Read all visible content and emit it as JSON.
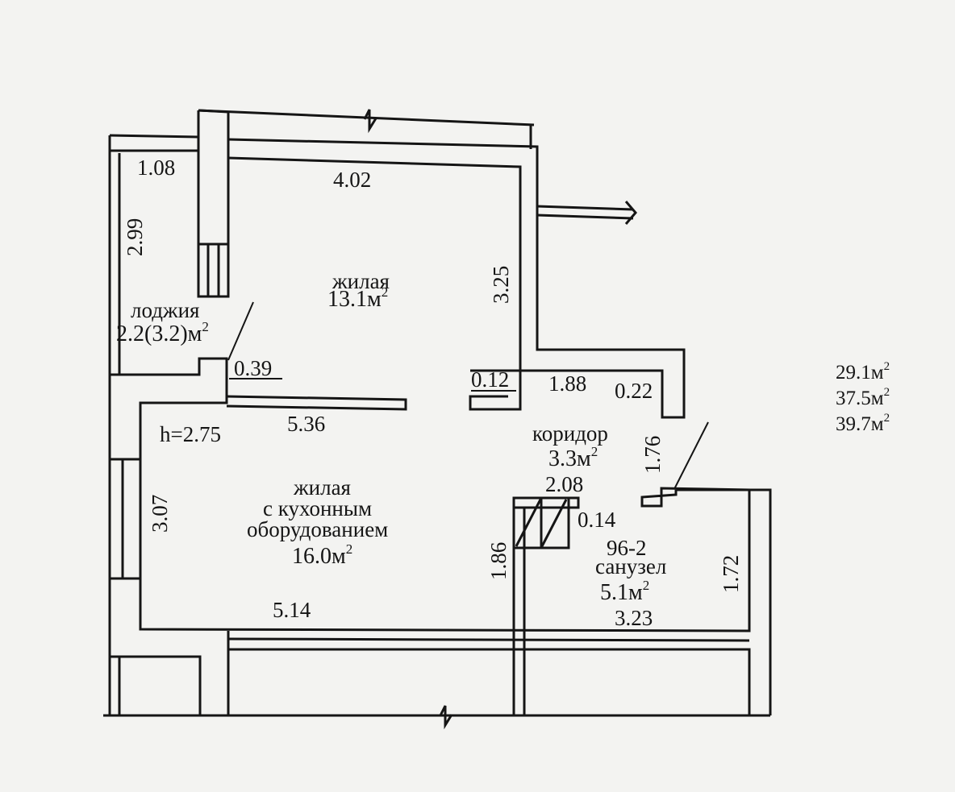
{
  "rooms": {
    "living1": {
      "name": "жилая",
      "area": "13.1м",
      "sup": "2"
    },
    "loggia": {
      "name": "лоджия",
      "area": "2.2(3.2)м",
      "sup": "2"
    },
    "living2": {
      "line1": "жилая",
      "line2": "с кухонным",
      "line3": "оборудованием",
      "area": "16.0м",
      "sup": "2"
    },
    "corridor": {
      "name": "коридор",
      "area": "3.3м",
      "sup": "2"
    },
    "bathroom": {
      "code": "96-2",
      "name": "санузел",
      "area": "5.1м",
      "sup": "2"
    }
  },
  "height": "h=2.75",
  "dimensions": {
    "d108": "1.08",
    "d402": "4.02",
    "d299": "2.99",
    "d325": "3.25",
    "d039": "0.39",
    "d012": "0.12",
    "d188": "1.88",
    "d022": "0.22",
    "d536": "5.36",
    "d176": "1.76",
    "d307": "3.07",
    "d208": "2.08",
    "d014": "0.14",
    "d186": "1.86",
    "d172": "1.72",
    "d514": "5.14",
    "d323": "3.23"
  },
  "totals": [
    {
      "value": "29.1м",
      "sup": "2"
    },
    {
      "value": "37.5м",
      "sup": "2"
    },
    {
      "value": "39.7м",
      "sup": "2"
    }
  ],
  "colors": {
    "line": "#151515",
    "paper": "#f3f3f1"
  }
}
